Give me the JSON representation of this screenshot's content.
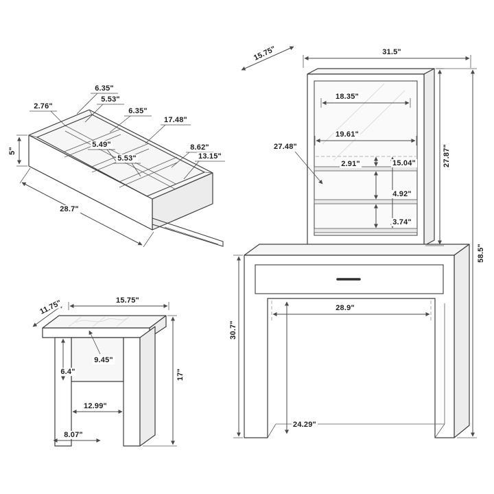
{
  "figure": {
    "background": "#ffffff",
    "line_color": "#3c3c3c",
    "label_color": "#1d1d1d"
  },
  "drawer_organizer": {
    "dims": {
      "front_depth": "2.76\"",
      "comp_a": "6.35\"",
      "comp_b": "5.53\"",
      "comp_c": "6.35\"",
      "inner_length": "17.48\"",
      "comp_d": "5.49\"",
      "inner_width": "8.62\"",
      "comp_e": "5.53\"",
      "outer_width": "13.15\"",
      "height": "5\"",
      "length": "28.7\""
    }
  },
  "vanity": {
    "dims": {
      "top_depth": "15.75\"",
      "top_width": "31.5\"",
      "mirror_glass_width": "18.35\"",
      "mirror_width": "19.61\"",
      "mirror_left_height": "27.48\"",
      "shelf_gap_top": "2.91\"",
      "shelf_section_height": "15.04\"",
      "mirror_height": "27.87\"",
      "shelf_gap_mid": "4.92\"",
      "shelf_gap_bottom": "3.74\"",
      "total_height": "58.5\"",
      "kneehole_width": "28.9\"",
      "table_height": "30.7\"",
      "kneehole_height": "24.29\""
    }
  },
  "stool": {
    "dims": {
      "depth": "11.75\"",
      "width": "15.75\"",
      "seat_inset": "9.45\"",
      "apron_height": "6.4\"",
      "height": "17\"",
      "leg_span": "12.99\"",
      "leg_width": "8.07\""
    }
  }
}
